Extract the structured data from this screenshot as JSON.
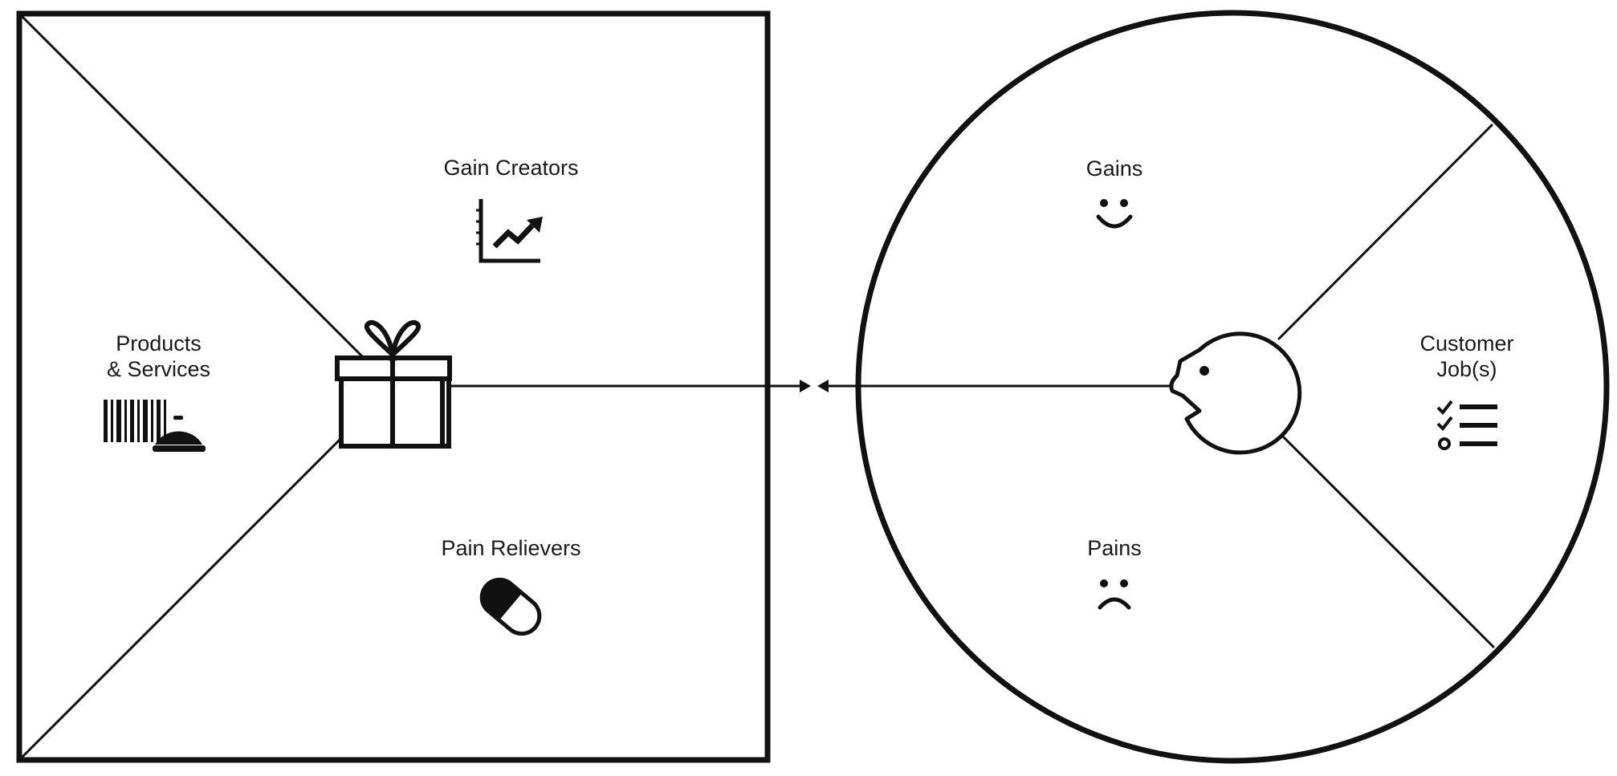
{
  "value_map": {
    "gain_creators": "Gain Creators",
    "products_services_line1": "Products",
    "products_services_line2": "& Services",
    "pain_relievers": "Pain Relievers"
  },
  "customer_profile": {
    "gains": "Gains",
    "pains": "Pains",
    "customer_jobs_line1": "Customer",
    "customer_jobs_line2": "Job(s)"
  },
  "icons": {
    "gain_creators": "chart-up-icon",
    "products_services": "barcode-service-bell-icon",
    "value_proposition": "gift-icon",
    "pain_relievers": "pill-icon",
    "gains": "smiley-icon",
    "pains": "frown-icon",
    "customer_jobs": "checklist-icon",
    "customer": "face-icon"
  },
  "colors": {
    "stroke": "#111111",
    "background": "#ffffff"
  }
}
